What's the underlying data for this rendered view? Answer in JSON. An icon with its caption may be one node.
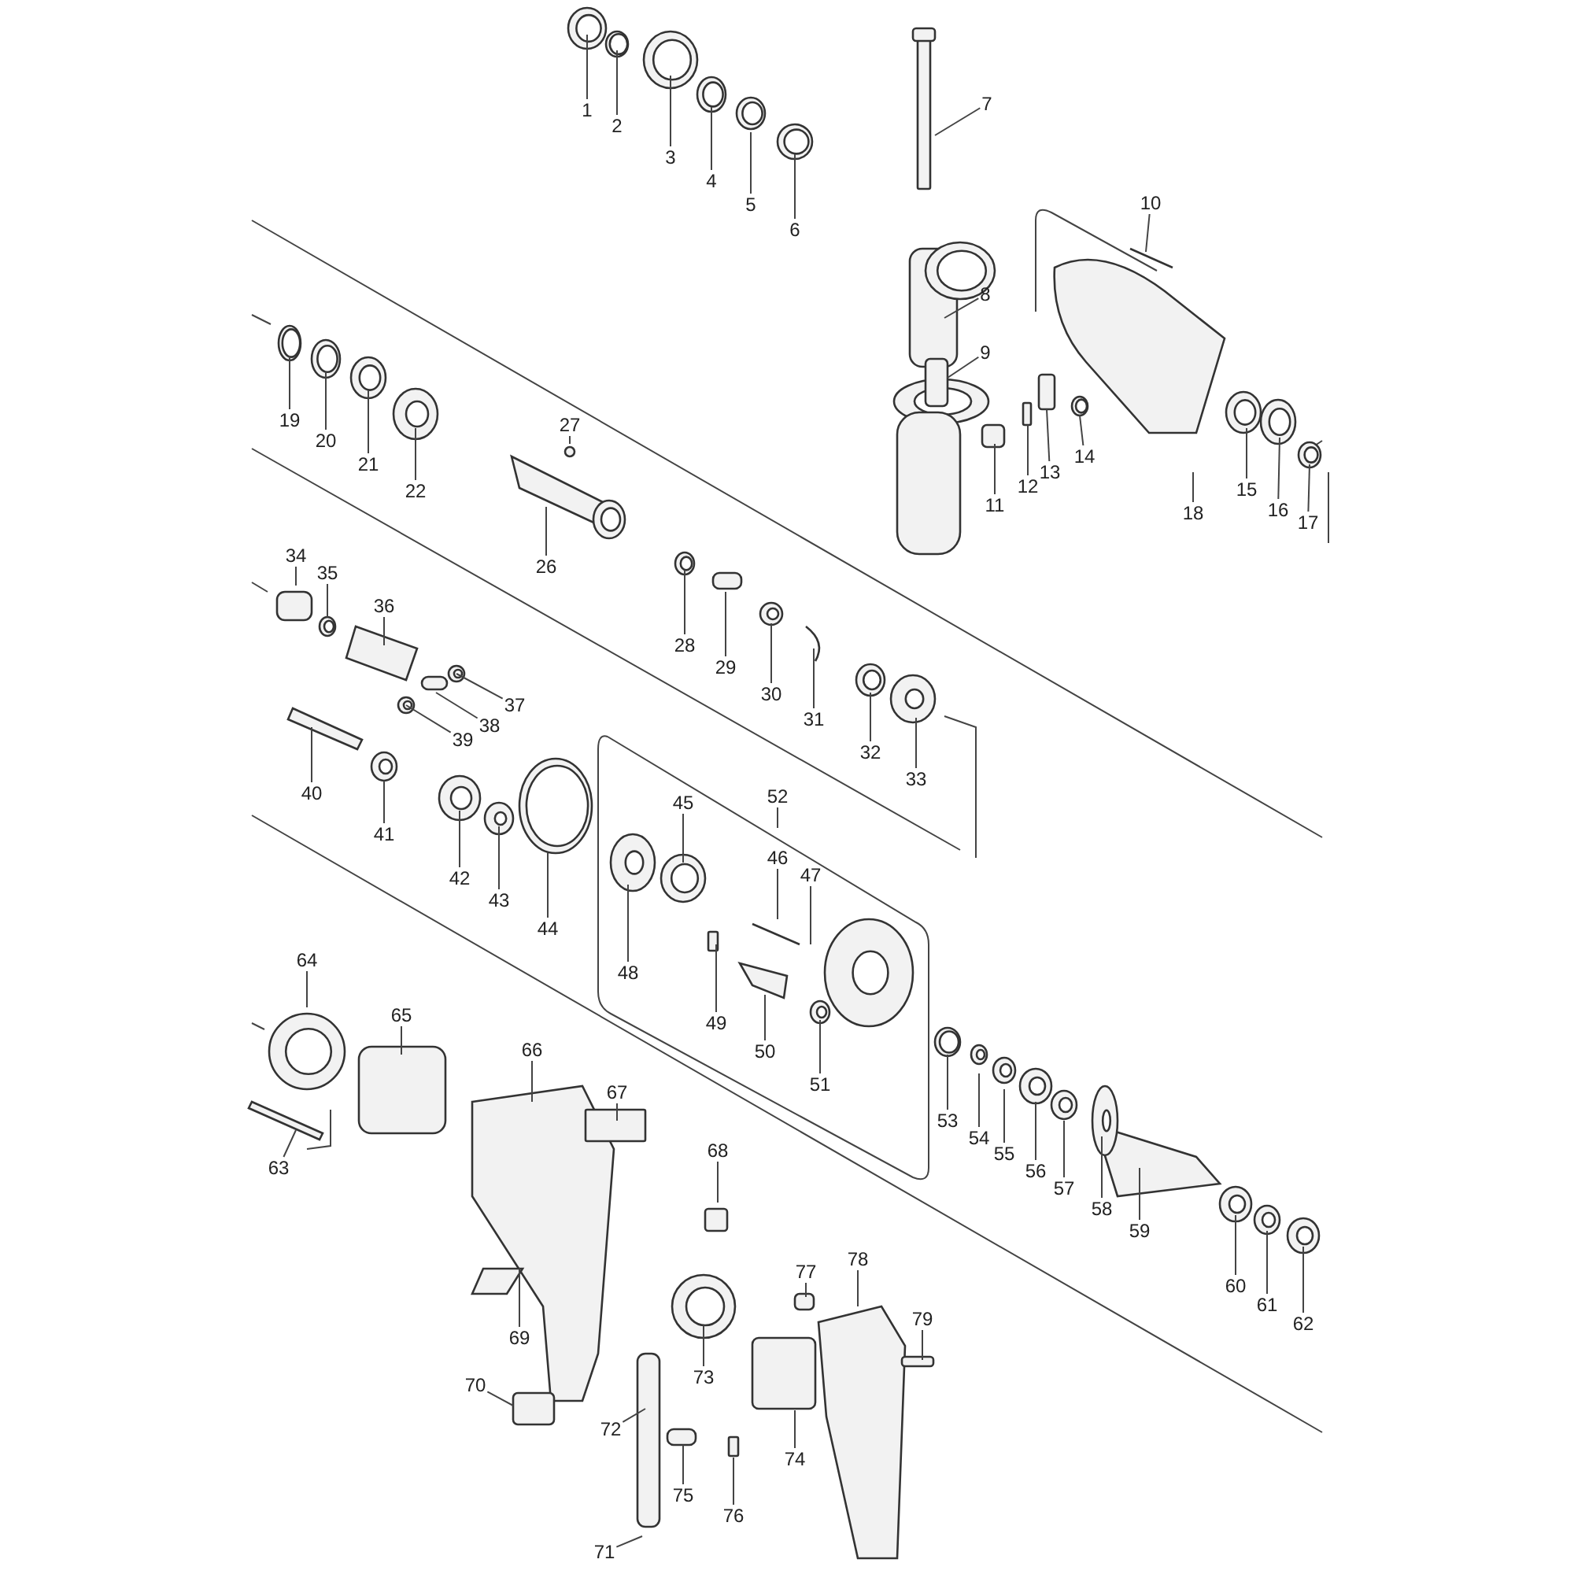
{
  "diagram": {
    "nodes": [
      {
        "text": [
          "1"
        ]
      },
      {
        "text": [
          "2"
        ]
      },
      {
        "text": [
          "3"
        ]
      },
      {
        "text": [
          "4"
        ]
      },
      {
        "text": [
          "5"
        ]
      },
      {
        "text": [
          "6"
        ]
      },
      {
        "text": [
          "7"
        ]
      },
      {
        "text": [
          "8"
        ]
      },
      {
        "text": [
          "9"
        ]
      },
      {
        "text": [
          "10"
        ]
      },
      {
        "text": [
          "11"
        ]
      },
      {
        "text": [
          "12"
        ]
      },
      {
        "text": [
          "13"
        ]
      },
      {
        "text": [
          "14"
        ]
      },
      {
        "text": [
          "15"
        ]
      },
      {
        "text": [
          "16"
        ]
      },
      {
        "text": [
          "17"
        ]
      },
      {
        "text": [
          "18"
        ]
      },
      {
        "text": [
          "19"
        ]
      },
      {
        "text": [
          "20"
        ]
      },
      {
        "text": [
          "21"
        ]
      },
      {
        "text": [
          "22"
        ]
      },
      {
        "text": [
          "26"
        ]
      },
      {
        "text": [
          "27"
        ]
      },
      {
        "text": [
          "28"
        ]
      },
      {
        "text": [
          "29"
        ]
      },
      {
        "text": [
          "30"
        ]
      },
      {
        "text": [
          "31"
        ]
      },
      {
        "text": [
          "32"
        ]
      },
      {
        "text": [
          "33"
        ]
      },
      {
        "text": [
          "34"
        ]
      },
      {
        "text": [
          "35"
        ]
      },
      {
        "text": [
          "36"
        ]
      },
      {
        "text": [
          "37"
        ]
      },
      {
        "text": [
          "38"
        ]
      },
      {
        "text": [
          "39"
        ]
      },
      {
        "text": [
          "40"
        ]
      },
      {
        "text": [
          "41"
        ]
      },
      {
        "text": [
          "42"
        ]
      },
      {
        "text": [
          "43"
        ]
      },
      {
        "text": [
          "44"
        ]
      },
      {
        "text": [
          "45"
        ]
      },
      {
        "text": [
          "46"
        ]
      },
      {
        "text": [
          "47"
        ]
      },
      {
        "text": [
          "48"
        ]
      },
      {
        "text": [
          "49"
        ]
      },
      {
        "text": [
          "50"
        ]
      },
      {
        "text": [
          "51"
        ]
      },
      {
        "text": [
          "52"
        ]
      },
      {
        "text": [
          "53"
        ]
      },
      {
        "text": [
          "54"
        ]
      },
      {
        "text": [
          "55"
        ]
      },
      {
        "text": [
          "56"
        ]
      },
      {
        "text": [
          "57"
        ]
      },
      {
        "text": [
          "58"
        ]
      },
      {
        "text": [
          "59"
        ]
      },
      {
        "text": [
          "60"
        ]
      },
      {
        "text": [
          "61"
        ]
      },
      {
        "text": [
          "62"
        ]
      },
      {
        "text": [
          "63"
        ]
      },
      {
        "text": [
          "64"
        ]
      },
      {
        "text": [
          "65"
        ]
      },
      {
        "text": [
          "66"
        ]
      },
      {
        "text": [
          "67"
        ]
      },
      {
        "text": [
          "68"
        ]
      },
      {
        "text": [
          "69"
        ]
      },
      {
        "text": [
          "70"
        ]
      },
      {
        "text": [
          "71"
        ]
      },
      {
        "text": [
          "72"
        ]
      },
      {
        "text": [
          "73"
        ]
      },
      {
        "text": [
          "74"
        ]
      },
      {
        "text": [
          "75"
        ]
      },
      {
        "text": [
          "76"
        ]
      },
      {
        "text": [
          "77"
        ]
      },
      {
        "text": [
          "78"
        ]
      },
      {
        "text": [
          "79"
        ]
      }
    ],
    "edges": [
      {
        "from": 0,
        "to": null,
        "arrow": "none"
      },
      {
        "from": 1,
        "to": null,
        "arrow": "none"
      },
      {
        "from": 2,
        "to": null,
        "arrow": "none"
      },
      {
        "from": 3,
        "to": null,
        "arrow": "none"
      },
      {
        "from": 4,
        "to": null,
        "arrow": "none"
      },
      {
        "from": 5,
        "to": null,
        "arrow": "none"
      },
      {
        "from": 6,
        "to": null,
        "arrow": "none"
      },
      {
        "from": 7,
        "to": null,
        "arrow": "none"
      },
      {
        "from": 8,
        "to": null,
        "arrow": "none"
      },
      {
        "from": 9,
        "to": null,
        "arrow": "none"
      },
      {
        "from": 10,
        "to": null,
        "arrow": "none"
      },
      {
        "from": 11,
        "to": null,
        "arrow": "none"
      },
      {
        "from": 12,
        "to": null,
        "arrow": "none"
      },
      {
        "from": 13,
        "to": null,
        "arrow": "none"
      },
      {
        "from": 14,
        "to": null,
        "arrow": "none"
      },
      {
        "from": 15,
        "to": null,
        "arrow": "none"
      },
      {
        "from": 16,
        "to": null,
        "arrow": "none"
      },
      {
        "from": 17,
        "to": null,
        "arrow": "none"
      },
      {
        "from": 18,
        "to": null,
        "arrow": "none"
      },
      {
        "from": 19,
        "to": null,
        "arrow": "none"
      },
      {
        "from": 20,
        "to": null,
        "arrow": "none"
      },
      {
        "from": 21,
        "to": null,
        "arrow": "none"
      },
      {
        "from": 22,
        "to": null,
        "arrow": "none"
      },
      {
        "from": 23,
        "to": null,
        "arrow": "none"
      },
      {
        "from": 24,
        "to": null,
        "arrow": "none"
      },
      {
        "from": 25,
        "to": null,
        "arrow": "none"
      },
      {
        "from": 26,
        "to": null,
        "arrow": "none"
      },
      {
        "from": 27,
        "to": null,
        "arrow": "none"
      },
      {
        "from": 28,
        "to": null,
        "arrow": "none"
      },
      {
        "from": 29,
        "to": null,
        "arrow": "none"
      },
      {
        "from": 30,
        "to": null,
        "arrow": "none"
      },
      {
        "from": 31,
        "to": null,
        "arrow": "none"
      },
      {
        "from": 32,
        "to": null,
        "arrow": "none"
      },
      {
        "from": 33,
        "to": null,
        "arrow": "none"
      },
      {
        "from": 34,
        "to": null,
        "arrow": "none"
      },
      {
        "from": 35,
        "to": null,
        "arrow": "none"
      },
      {
        "from": 36,
        "to": null,
        "arrow": "none"
      },
      {
        "from": 37,
        "to": null,
        "arrow": "none"
      },
      {
        "from": 38,
        "to": null,
        "arrow": "none"
      },
      {
        "from": 39,
        "to": null,
        "arrow": "none"
      },
      {
        "from": 40,
        "to": null,
        "arrow": "none"
      },
      {
        "from": 41,
        "to": null,
        "arrow": "none"
      },
      {
        "from": 42,
        "to": null,
        "arrow": "none"
      },
      {
        "from": 43,
        "to": null,
        "arrow": "none"
      },
      {
        "from": 44,
        "to": null,
        "arrow": "none"
      },
      {
        "from": 45,
        "to": null,
        "arrow": "none"
      },
      {
        "from": 46,
        "to": null,
        "arrow": "none"
      },
      {
        "from": 47,
        "to": null,
        "arrow": "none"
      },
      {
        "from": 48,
        "to": null,
        "arrow": "none"
      },
      {
        "from": 49,
        "to": null,
        "arrow": "none"
      },
      {
        "from": 50,
        "to": null,
        "arrow": "none"
      },
      {
        "from": 51,
        "to": null,
        "arrow": "none"
      },
      {
        "from": 52,
        "to": null,
        "arrow": "none"
      },
      {
        "from": 53,
        "to": null,
        "arrow": "none"
      },
      {
        "from": 54,
        "to": null,
        "arrow": "none"
      },
      {
        "from": 55,
        "to": null,
        "arrow": "none"
      },
      {
        "from": 56,
        "to": null,
        "arrow": "none"
      },
      {
        "from": 57,
        "to": null,
        "arrow": "none"
      },
      {
        "from": 58,
        "to": null,
        "arrow": "none"
      },
      {
        "from": 59,
        "to": null,
        "arrow": "none"
      },
      {
        "from": 60,
        "to": null,
        "arrow": "none"
      },
      {
        "from": 61,
        "to": null,
        "arrow": "none"
      },
      {
        "from": 62,
        "to": null,
        "arrow": "none"
      },
      {
        "from": 63,
        "to": null,
        "arrow": "none"
      },
      {
        "from": 64,
        "to": null,
        "arrow": "none"
      },
      {
        "from": 65,
        "to": null,
        "arrow": "none"
      },
      {
        "from": 66,
        "to": null,
        "arrow": "none"
      },
      {
        "from": 67,
        "to": null,
        "arrow": "none"
      },
      {
        "from": 68,
        "to": null,
        "arrow": "none"
      },
      {
        "from": 69,
        "to": null,
        "arrow": "none"
      },
      {
        "from": 70,
        "to": null,
        "arrow": "none"
      },
      {
        "from": 71,
        "to": null,
        "arrow": "none"
      },
      {
        "from": 72,
        "to": null,
        "arrow": "none"
      },
      {
        "from": 73,
        "to": null,
        "arrow": "none"
      },
      {
        "from": 74,
        "to": null,
        "arrow": "none"
      },
      {
        "from": 75,
        "to": null,
        "arrow": "none"
      }
    ]
  }
}
